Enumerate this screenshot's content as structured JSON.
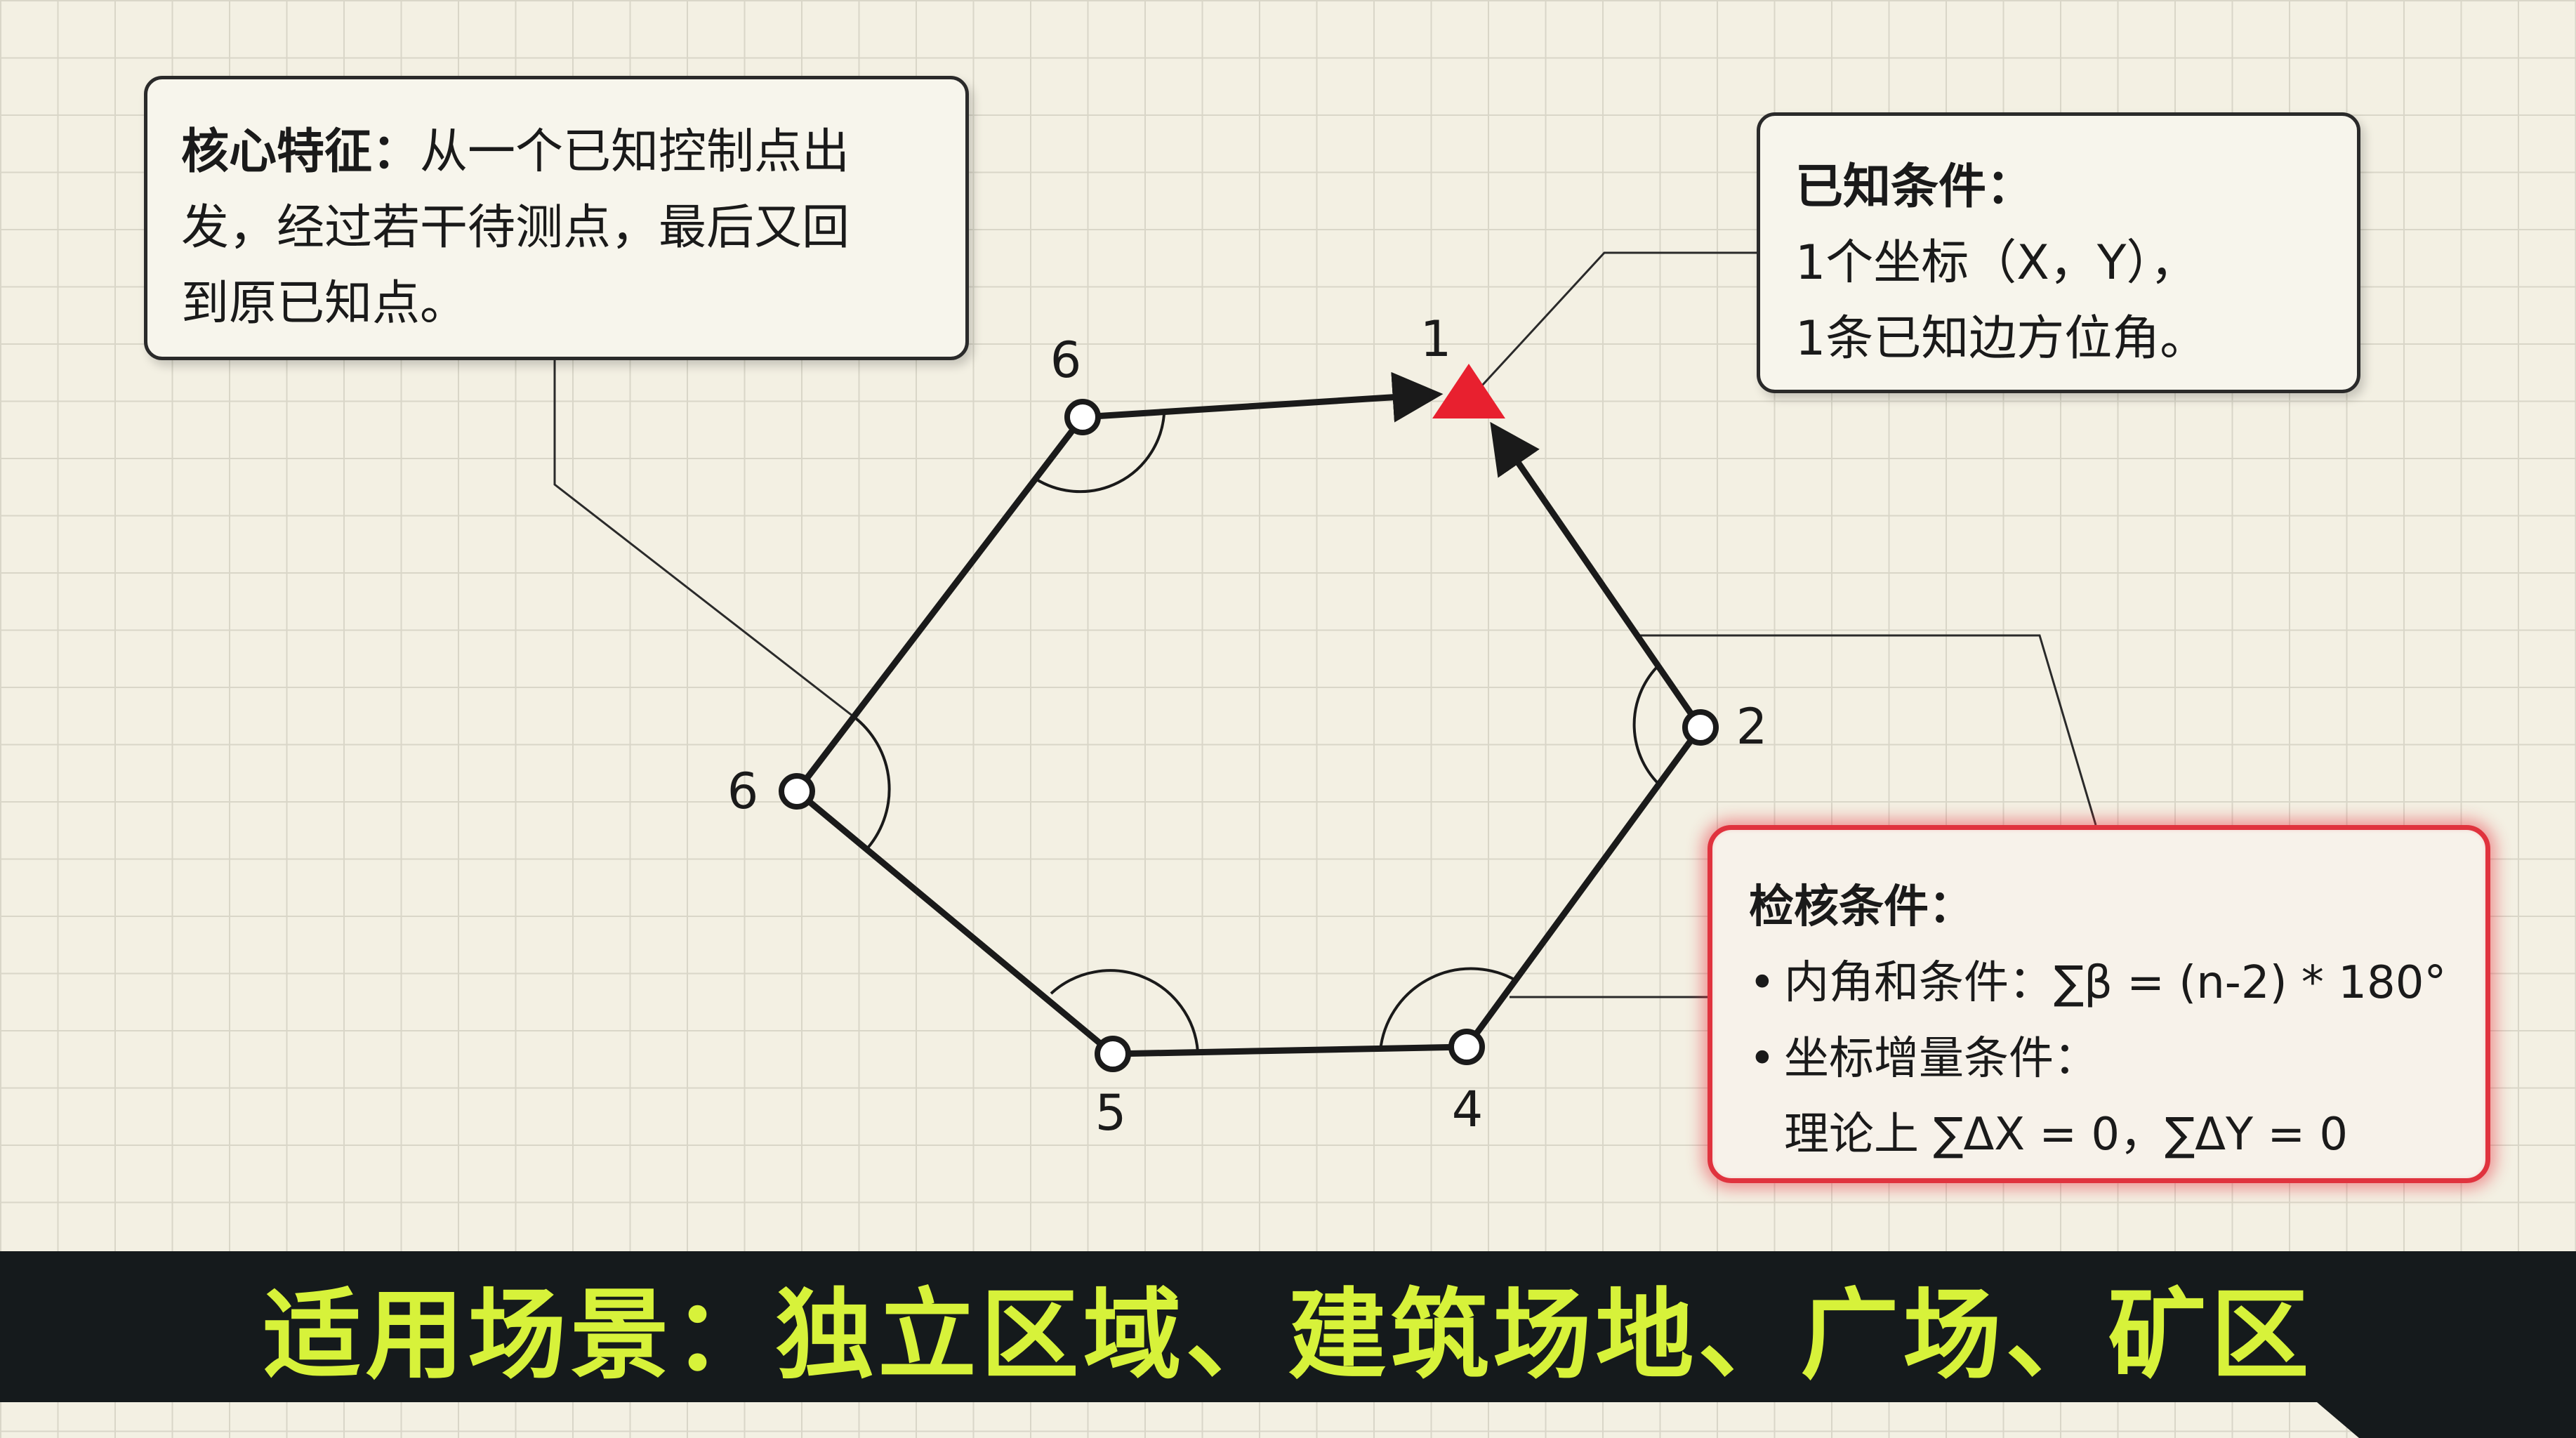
{
  "core_box": {
    "heading": "核心特征：",
    "line1_rest": "从一个已知控制点出",
    "line2": "发，经过若干待测点，最后又回",
    "line3": "到原已知点。"
  },
  "known_box": {
    "heading": "已知条件：",
    "line1": "1个坐标（X，Y），",
    "line2": "1条已知边方位角。"
  },
  "check_box": {
    "heading": "检核条件：",
    "bullet1": "内角和条件：∑β = (n-2) * 180°",
    "bullet2": "坐标增量条件：",
    "bullet2_detail": "理论上 ∑ΔX = 0，∑ΔY = 0"
  },
  "vertices": {
    "v1": "1",
    "v2": "2",
    "v4": "4",
    "v5": "5",
    "v6_left": "6",
    "v6_top": "6"
  },
  "footer": {
    "text": "适用场景：独立区域、建筑场地、广场、矿区"
  },
  "colors": {
    "known_point": "#e8202f",
    "check_border": "#e0333e",
    "footer_text": "#d7f23a",
    "footer_bg": "#151a1c"
  }
}
